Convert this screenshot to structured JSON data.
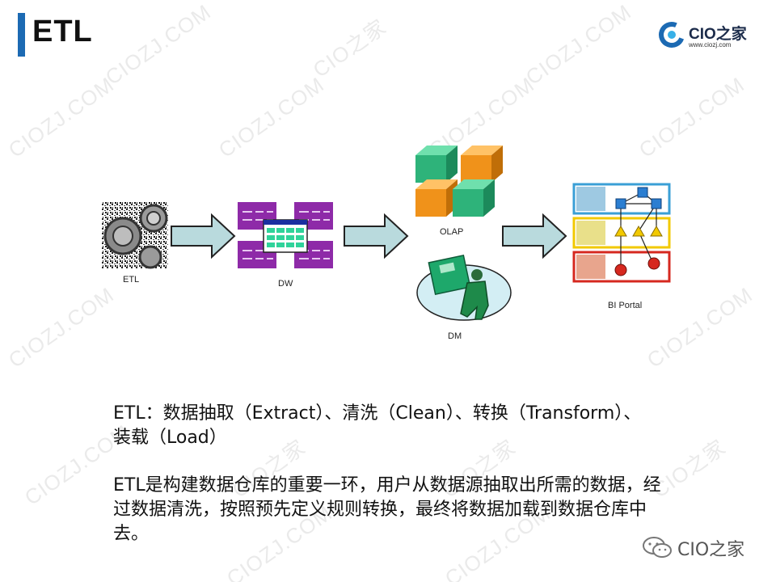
{
  "slide": {
    "title": "ETL",
    "logo_text": "CIO之家",
    "logo_url": "www.ciozj.com",
    "watermark": [
      "CIOZJ.COM",
      "CIO之家"
    ]
  },
  "diagram": {
    "labels": {
      "etl": "ETL",
      "dw": "DW",
      "olap": "OLAP",
      "dm": "DM",
      "bi_portal": "BI Portal"
    }
  },
  "content": {
    "para1_line1": "ETL：数据抽取（Extract）、清洗（Clean）、转换（Transform）、",
    "para1_line2": "装载（Load）",
    "para2_line1": "ETL是构建数据仓库的重要一环，用户从数据源抽取出所需的数据，经",
    "para2_line2": "过数据清洗，按照预先定义规则转换，最终将数据加载到数据仓库中",
    "para2_line3": "去。"
  },
  "footer": {
    "brand": "CIO之家"
  },
  "colors": {
    "accent": "#1c6ab3",
    "arrow": "#b9dadd",
    "purple": "#8e2aa8",
    "green_cube": "#2eb37a",
    "orange_cube": "#f0921a",
    "portal_blue": "#3a9fd6",
    "portal_yellow": "#f2c900",
    "portal_red": "#d6281f"
  }
}
